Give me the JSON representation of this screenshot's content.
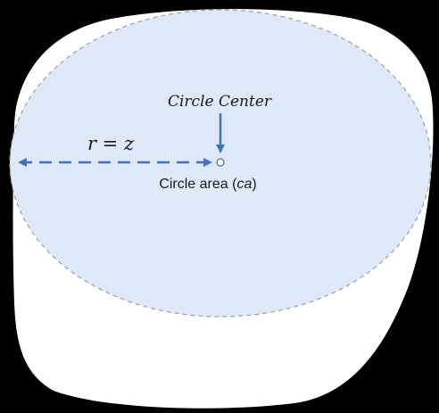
{
  "labels": {
    "center_label": "Circle Center",
    "radius_label": "r = z",
    "area_label_prefix": "Circle area (",
    "area_label_var": "ca",
    "area_label_suffix": ")"
  },
  "colors": {
    "background": "#000000",
    "blob_fill": "#ffffff",
    "circle_fill": "#dfe8f7",
    "circle_stroke": "#9aa0a8",
    "arrow": "#3f72c0",
    "text": "#1a1a1a"
  }
}
